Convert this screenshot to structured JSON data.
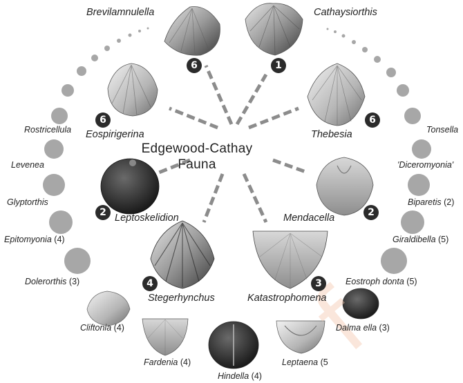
{
  "center_title": [
    "Edgewood-Cathay",
    "Fauna"
  ],
  "main_taxa": [
    {
      "name": "Brevilamnulella",
      "count": "6"
    },
    {
      "name": "Cathaysiorthis",
      "count": "1"
    },
    {
      "name": "Eospirigerina",
      "count": "6"
    },
    {
      "name": "Thebesia",
      "count": "6"
    },
    {
      "name": "Leptoskelidion",
      "count": "2"
    },
    {
      "name": "Mendacella",
      "count": "2"
    },
    {
      "name": "Stegerhynchus",
      "count": "4"
    },
    {
      "name": "Katastrophomena",
      "count": "3"
    }
  ],
  "ring_taxa_left": [
    {
      "name": "Rostricellula",
      "count": ""
    },
    {
      "name": "Levenea",
      "count": ""
    },
    {
      "name": "Glyptorthis",
      "count": ""
    },
    {
      "name": "Epitomyonia",
      "count": "(4)"
    },
    {
      "name": "Dolerorthis",
      "count": "(3)"
    },
    {
      "name": "Cliftonia",
      "count": "(4)"
    },
    {
      "name": "Fardenia",
      "count": "(4)"
    },
    {
      "name": "Hindella",
      "count": "(4)"
    }
  ],
  "ring_taxa_right": [
    {
      "name": "Tonsella",
      "count": ""
    },
    {
      "name": "'Diceromyonia'",
      "count": ""
    },
    {
      "name": "Biparetis",
      "count": "(2)"
    },
    {
      "name": "Giraldibella",
      "count": "(5)"
    },
    {
      "name": "Eostroph  donta",
      "count": "(5)"
    },
    {
      "name": "Dalma  ella",
      "count": "(3)"
    },
    {
      "name": "Leptaena",
      "count": "(5"
    }
  ],
  "watermark": "f",
  "colors": {
    "connector": "#8c8c8c",
    "ring_dot": "#a7a7a7",
    "badge": "#2b2b2b"
  }
}
